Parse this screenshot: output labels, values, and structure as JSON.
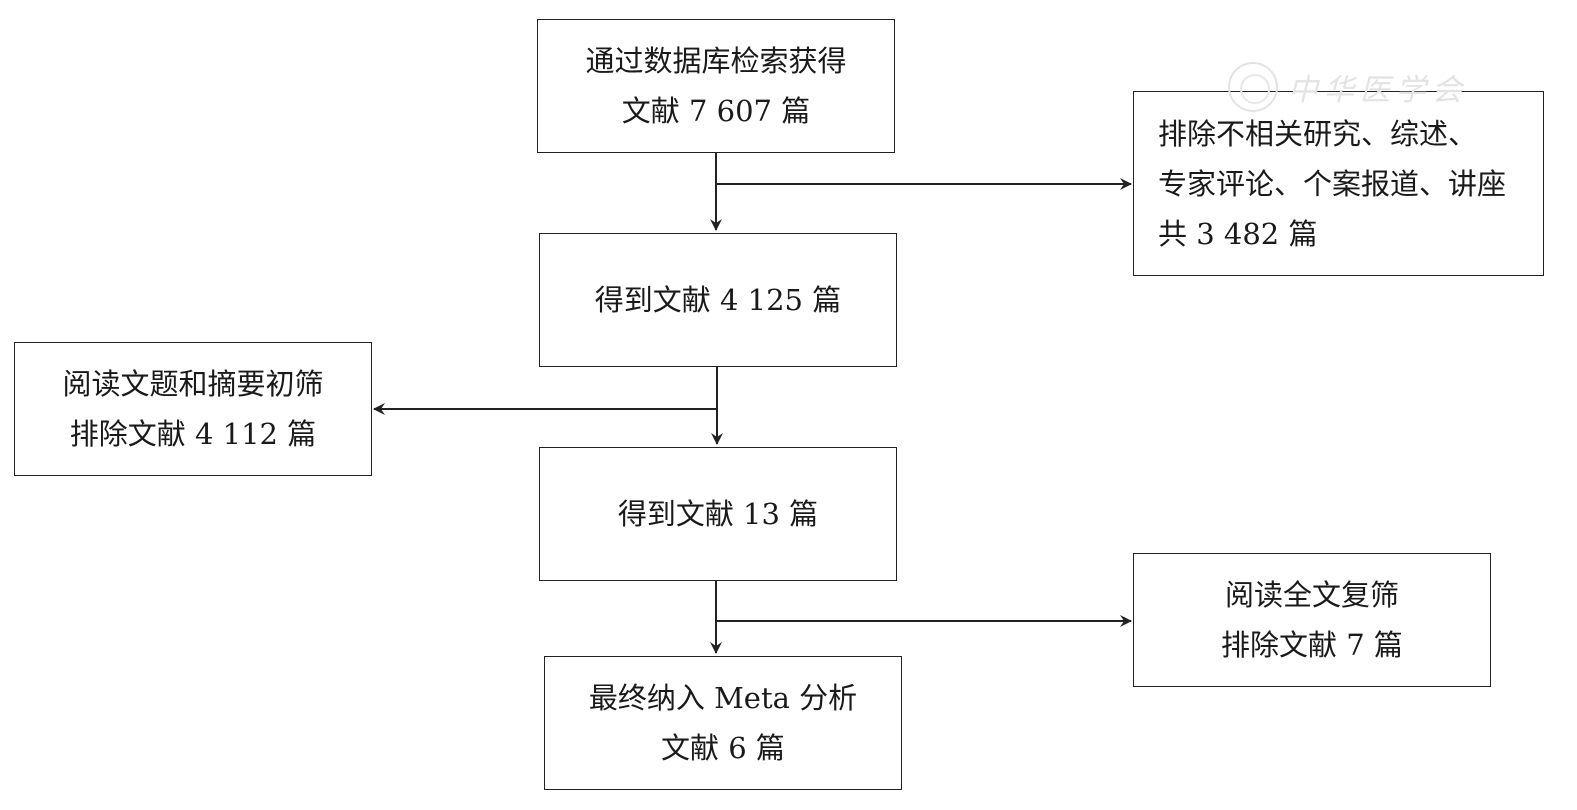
{
  "flowchart": {
    "steps": [
      {
        "lines": [
          "通过数据库检索获得",
          "文献 7 607 篇"
        ]
      },
      {
        "lines": [
          "得到文献 4 125 篇"
        ]
      },
      {
        "lines": [
          "得到文献 13 篇"
        ]
      },
      {
        "lines": [
          "最终纳入 Meta 分析",
          "文献 6 篇"
        ]
      }
    ],
    "exclusions": [
      {
        "lines": [
          "排除不相关研究、综述、",
          "专家评论、个案报道、讲座",
          "共 3 482 篇"
        ]
      },
      {
        "lines": [
          "阅读文题和摘要初筛",
          "排除文献 4 112 篇"
        ]
      },
      {
        "lines": [
          "阅读全文复筛",
          "排除文献 7 篇"
        ]
      }
    ]
  },
  "watermark": {
    "text": "中华医学会",
    "seal_icon": "society-seal-icon"
  },
  "colors": {
    "line": "#222222",
    "watermark": "#e3e3e3"
  }
}
